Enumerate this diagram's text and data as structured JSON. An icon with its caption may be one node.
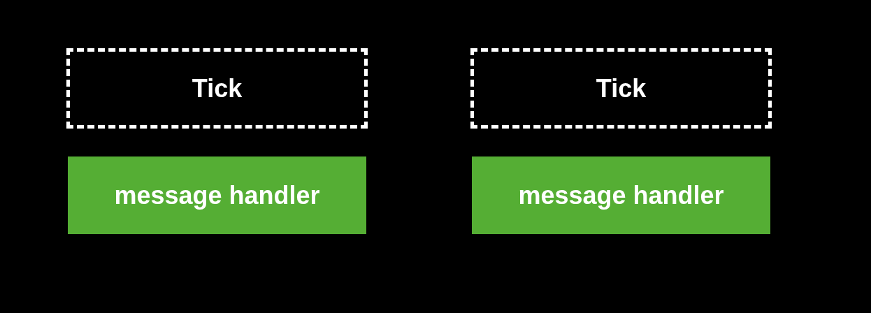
{
  "diagram": {
    "nodes": [
      {
        "text": [
          "Tick"
        ]
      },
      {
        "text": [
          "Tick"
        ]
      },
      {
        "text": [
          "message handler"
        ]
      },
      {
        "text": [
          "message handler"
        ]
      }
    ]
  }
}
